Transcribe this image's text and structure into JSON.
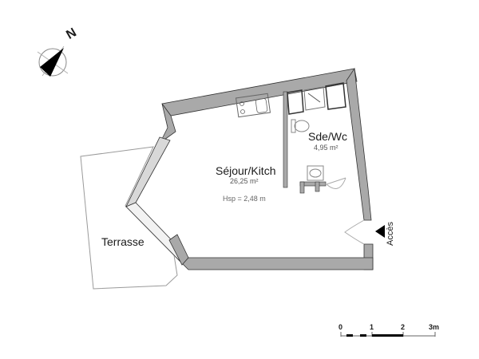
{
  "plan": {
    "compass": {
      "north_label": "N",
      "icon": "compass-rose-icon"
    },
    "rooms": [
      {
        "name": "Séjour/Kitch",
        "area": "26,25 m²",
        "ceiling_height": "Hsp = 2,48 m"
      },
      {
        "name": "Sde/Wc",
        "area": "4,95 m²"
      }
    ],
    "outdoor": {
      "name": "Terrasse"
    },
    "entrance": {
      "label": "Accès",
      "icon": "entrance-arrow-icon"
    },
    "scale_bar": {
      "ticks": [
        "0",
        "1",
        "2",
        "3m"
      ]
    },
    "colors": {
      "wall_fill": "#a9a9a9",
      "wall_stroke": "#333333",
      "terrace_line": "#9a9a9a"
    }
  }
}
